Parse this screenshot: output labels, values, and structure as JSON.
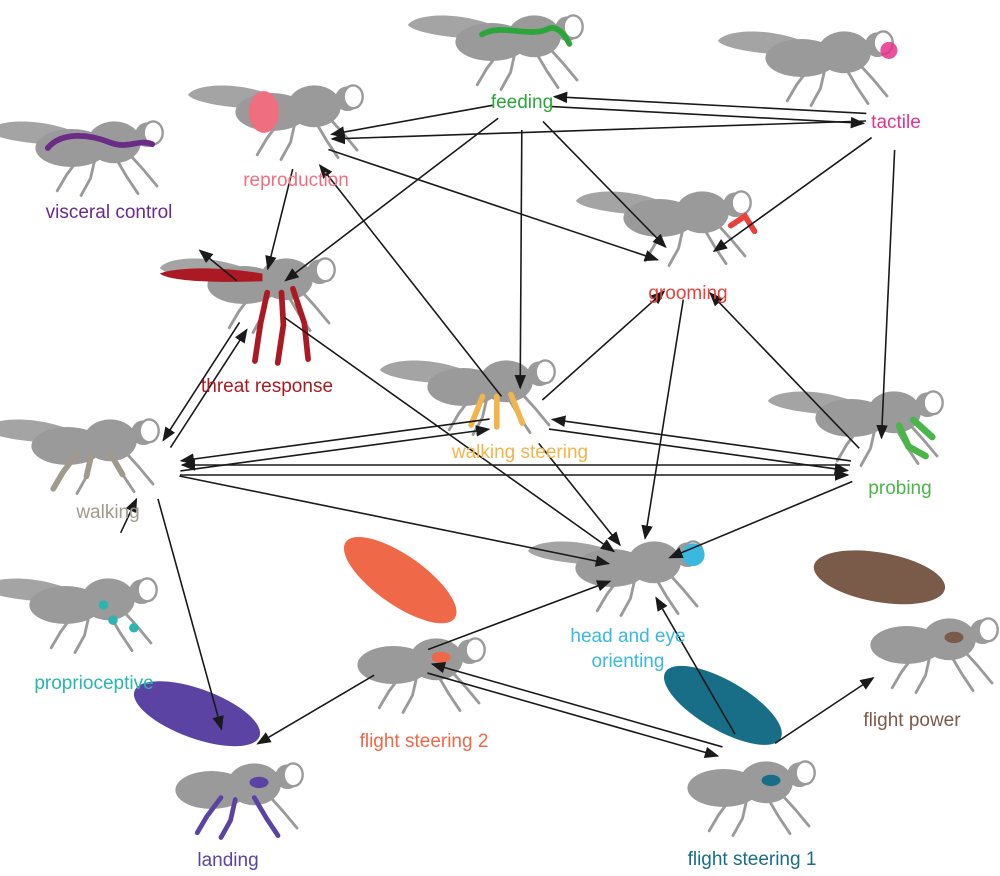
{
  "colors": {
    "feeding": "#2aa63a",
    "tactile": "#e5338c",
    "reproduction": "#ef6f80",
    "visceral_control": "#6a2c86",
    "grooming": "#e8413a",
    "threat_response": "#ab1a22",
    "walking_steering": "#f2b44c",
    "probing": "#4ab648",
    "walking": "#a09a8c",
    "proprioceptive": "#2bb5ae",
    "head_and_eye_orienting": "#3ab8de",
    "flight_steering_2": "#ef6848",
    "flight_power": "#7a5a48",
    "flight_steering_1": "#186e86",
    "landing": "#5a43a3",
    "arrow": "#1a1a1a",
    "fly_body": "#9a9a9a"
  },
  "nodes": {
    "feeding": {
      "label": "feeding"
    },
    "tactile": {
      "label": "tactile"
    },
    "reproduction": {
      "label": "reproduction"
    },
    "visceral_control": {
      "label": "visceral control"
    },
    "grooming": {
      "label": "grooming"
    },
    "threat_response": {
      "label": "threat response"
    },
    "walking_steering": {
      "label": "walking steering"
    },
    "probing": {
      "label": "probing"
    },
    "walking": {
      "label": "walking"
    },
    "proprioceptive": {
      "label": "proprioceptive"
    },
    "head_and_eye_orienting": {
      "label_line1": "head and eye",
      "label_line2": "orienting"
    },
    "flight_steering_2": {
      "label": "flight steering 2"
    },
    "flight_power": {
      "label": "flight power"
    },
    "flight_steering_1": {
      "label": "flight steering 1"
    },
    "landing": {
      "label": "landing"
    }
  },
  "edges": [
    {
      "from": "feeding",
      "to": "tactile"
    },
    {
      "from": "tactile",
      "to": "feeding"
    },
    {
      "from": "feeding",
      "to": "reproduction"
    },
    {
      "from": "tactile",
      "to": "reproduction"
    },
    {
      "from": "feeding",
      "to": "grooming"
    },
    {
      "from": "tactile",
      "to": "grooming"
    },
    {
      "from": "feeding",
      "to": "threat_response"
    },
    {
      "from": "feeding",
      "to": "walking_steering"
    },
    {
      "from": "tactile",
      "to": "probing"
    },
    {
      "from": "reproduction",
      "to": "grooming"
    },
    {
      "from": "reproduction",
      "to": "threat_response"
    },
    {
      "from": "walking_steering",
      "to": "reproduction"
    },
    {
      "from": "threat_response",
      "to": "visceral_control"
    },
    {
      "from": "threat_response",
      "to": "walking"
    },
    {
      "from": "walking",
      "to": "threat_response"
    },
    {
      "from": "walking_steering",
      "to": "grooming"
    },
    {
      "from": "probing",
      "to": "grooming"
    },
    {
      "from": "walking_steering",
      "to": "probing"
    },
    {
      "from": "probing",
      "to": "walking_steering"
    },
    {
      "from": "walking_steering",
      "to": "walking"
    },
    {
      "from": "walking",
      "to": "walking_steering"
    },
    {
      "from": "walking",
      "to": "probing"
    },
    {
      "from": "probing",
      "to": "walking"
    },
    {
      "from": "grooming",
      "to": "head_and_eye_orienting"
    },
    {
      "from": "walking_steering",
      "to": "head_and_eye_orienting"
    },
    {
      "from": "threat_response",
      "to": "head_and_eye_orienting"
    },
    {
      "from": "walking",
      "to": "head_and_eye_orienting"
    },
    {
      "from": "probing",
      "to": "head_and_eye_orienting"
    },
    {
      "from": "proprioceptive",
      "to": "walking"
    },
    {
      "from": "walking",
      "to": "landing"
    },
    {
      "from": "flight_steering_2",
      "to": "head_and_eye_orienting"
    },
    {
      "from": "flight_steering_2",
      "to": "landing"
    },
    {
      "from": "flight_steering_2",
      "to": "flight_steering_1"
    },
    {
      "from": "flight_steering_1",
      "to": "flight_steering_2"
    },
    {
      "from": "flight_steering_1",
      "to": "head_and_eye_orienting"
    },
    {
      "from": "flight_steering_1",
      "to": "flight_power"
    }
  ]
}
